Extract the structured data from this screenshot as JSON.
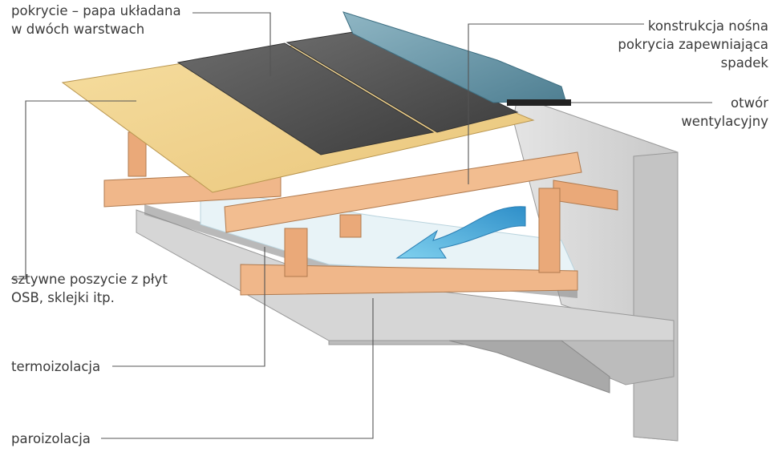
{
  "labels": {
    "covering": [
      "pokrycie – papa układana",
      "w dwóch warstwach"
    ],
    "structure": [
      "konstrukcja nośna",
      "pokrycia zapewniająca",
      "spadek"
    ],
    "vent": [
      "otwór",
      "wentylacyjny"
    ],
    "sheathing": [
      "sztywne poszycie z płyt",
      "OSB, sklejki itp."
    ],
    "insulation": [
      "termoizolacja"
    ],
    "vapor": [
      "paroizolacja"
    ]
  },
  "colors": {
    "wood": "#f0b78a",
    "osb": "#f3d58e",
    "felt": "#5a5a5a",
    "flashing": "#6f98a8",
    "concrete": "#dcdcdc",
    "airflow": "#3aa9d6",
    "leader": "#555555"
  }
}
